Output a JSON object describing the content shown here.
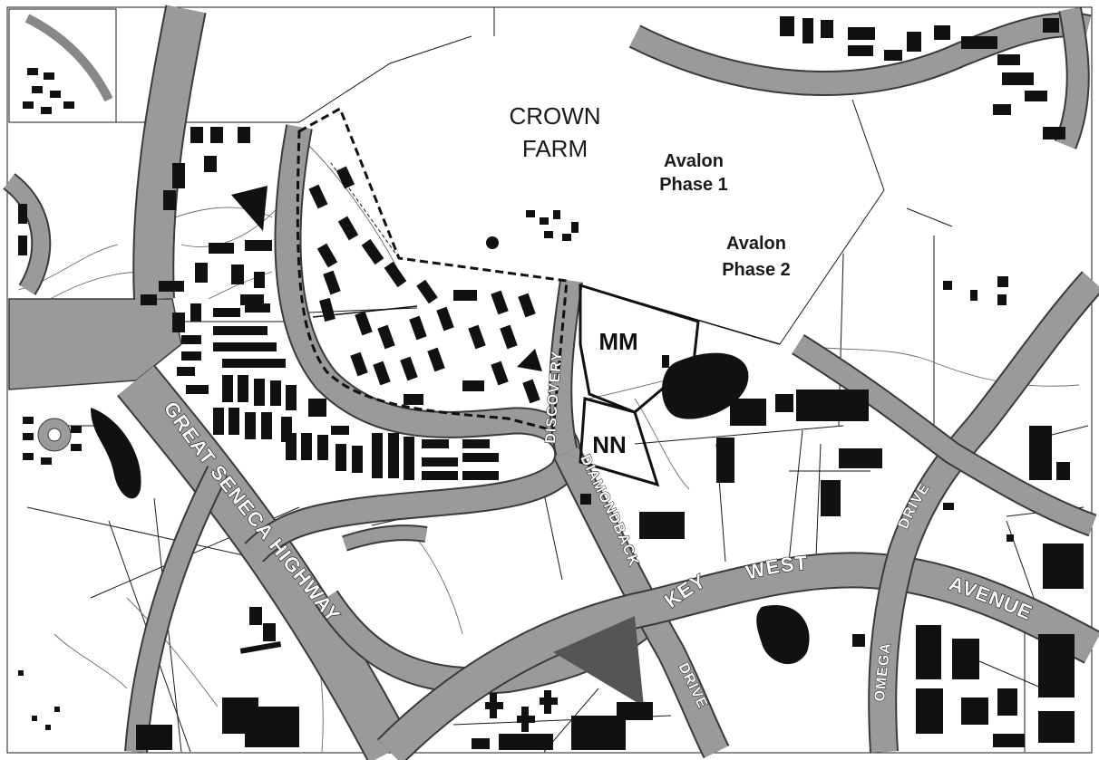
{
  "map": {
    "areas": {
      "crown_line1": "CROWN",
      "crown_line2": "FARM",
      "avalon1_line1": "Avalon",
      "avalon1_line2": "Phase 1",
      "avalon2_line1": "Avalon",
      "avalon2_line2": "Phase 2"
    },
    "parcels": {
      "mm": "MM",
      "nn": "NN"
    },
    "roads": {
      "great_seneca": "GREAT SENECA HIGHWAY",
      "diamondback": "DIAMONDBACK",
      "diamondback_drive": "DRIVE",
      "discovery": "DISCOVERY",
      "key": "KEY",
      "west": "WEST",
      "avenue": "AVENUE",
      "omega": "OMEGA",
      "omega_drive": "DRIVE"
    },
    "colors": {
      "road_fill": "#9a9a9a",
      "building": "#111111",
      "background": "#ffffff",
      "border": "#1a1a1a"
    }
  }
}
